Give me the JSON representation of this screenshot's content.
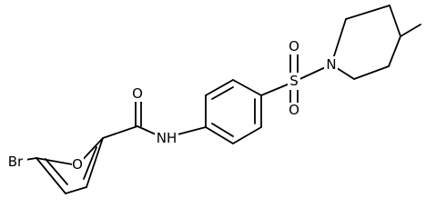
{
  "molecule": {
    "atoms": {
      "br": "Br",
      "o_furan": "O",
      "o_carbonyl": "O",
      "nh": "NH",
      "s": "S",
      "o_sulfonyl_top": "O",
      "o_sulfonyl_bottom": "O",
      "n_piperidine": "N"
    }
  }
}
